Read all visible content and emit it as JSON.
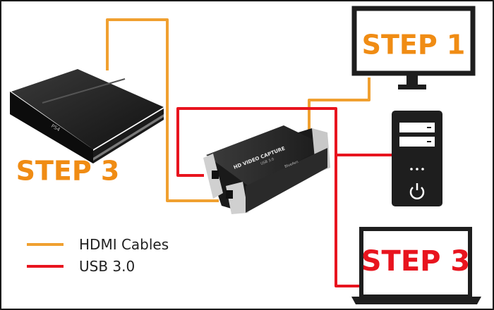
{
  "labels": {
    "monitor_step": "STEP 1",
    "console_step": "STEP 3",
    "laptop_step": "STEP 3"
  },
  "legend": [
    {
      "label": "HDMI Cables",
      "color": "#f0a030"
    },
    {
      "label": "USB 3.0",
      "color": "#e8141e"
    }
  ],
  "device_text": {
    "console_brand": "PS4",
    "capture_title": "HD VIDEO CAPTURE",
    "capture_sub": "USB 3.0",
    "capture_brand": "BlueAvn"
  },
  "colors": {
    "hdmi": "#f0a030",
    "usb": "#e8141e",
    "step1": "#f08c14",
    "step3_console": "#f08c14",
    "step3_laptop": "#e8141e",
    "device_dark": "#1c1c1c"
  },
  "icons": {
    "monitor": "monitor-icon",
    "tower": "desktop-tower-icon",
    "laptop": "laptop-icon",
    "console": "game-console-icon",
    "capture": "capture-card-icon",
    "power": "power-icon"
  }
}
